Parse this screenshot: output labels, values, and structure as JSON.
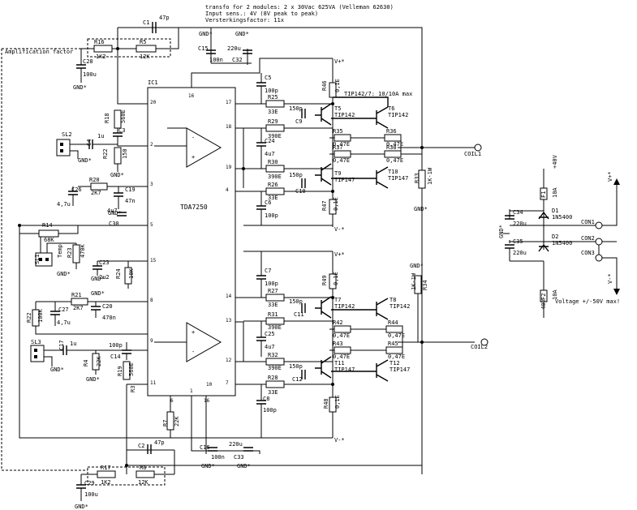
{
  "header": {
    "line1": "transfo for 2 modules: 2 x 30Vac 625VA (Velleman 62630)",
    "line2": "Input sens.: 4V (8V peak to peak)",
    "line3": "Versterkingsfactor: 11x"
  },
  "notes": {
    "amp_factor": "Amplification factor",
    "tip_note": "TIP142/7: 10/10A max",
    "voltage_note": "Voltage +/-50V max!"
  },
  "rails": {
    "vplus": "V+*",
    "vminus": "V-*",
    "gnd": "GND*"
  },
  "ic": {
    "ref": "IC1",
    "name": "TDA7250"
  },
  "pins": {
    "p20": "20",
    "p16a": "16",
    "p17": "17",
    "p18": "18",
    "p2": "2",
    "p19": "19",
    "p3": "3",
    "p4": "4",
    "p5": "5",
    "p15": "15",
    "p8": "8",
    "p14": "14",
    "p13": "13",
    "p9": "9",
    "p12": "12",
    "p11": "11",
    "p10": "10",
    "p7": "7",
    "p6": "6",
    "p1": "1",
    "p16b": "16"
  },
  "parts": {
    "c1": "C1",
    "c1v": "47p",
    "r16": "R16",
    "r16v": "1K2",
    "r5": "R5",
    "r5v": "12K",
    "c28": "C28",
    "c28v": "100u",
    "c15": "C15",
    "c15v": "100n",
    "c32v": "220u",
    "c32": "C32",
    "r18": "R18",
    "r18v": "560E",
    "c3": "C3",
    "r22": "R22",
    "r22v": "150",
    "c5": "C5",
    "c5v": "100p",
    "r25": "R25",
    "r25v": "33E",
    "c9v": "150p",
    "c9": "C9",
    "r46": "R46",
    "r46v": "0,1E",
    "t5": "T5",
    "t5t": "TIP142",
    "t6": "T6",
    "t6t": "TIP142",
    "sl2": "SL2",
    "c4": "C4",
    "c4v": "1u",
    "r29": "R29",
    "r29v": "390E",
    "c24": "C24",
    "c24v": "4u7",
    "r35": "R35",
    "r35v": "0,47E",
    "r36": "R36",
    "r36v": "0,47E",
    "r37": "R37",
    "r37v": "0,47E",
    "r38": "R38",
    "r38v": "0,47E",
    "r30": "R30",
    "r30v": "390E",
    "c10v": "150p",
    "c10": "C10",
    "t9": "T9",
    "t9t": "TIP147",
    "t10": "T10",
    "t10t": "TIP147",
    "r33": "R33",
    "r33v": "1K-1W",
    "r20": "R20",
    "r20v": "2K7",
    "c19": "C19",
    "c19v": "47n",
    "c26": "C26",
    "c26v": "4,7u",
    "r26": "R26",
    "r26v": "33E",
    "r47": "R47",
    "r47v": "0,1E",
    "c6": "C6",
    "c6v": "100p",
    "c30": "C30",
    "c30v": "4u7",
    "r14": "R14",
    "r14v": "68K",
    "sl1": "SL1",
    "temp": "Temp",
    "r23": "R23",
    "r23v": "470K",
    "c23": "C23",
    "c23v": "2u2",
    "r24": "R24",
    "r24v": "10K",
    "c7": "C7",
    "c7v": "100p",
    "r49": "R49",
    "r49v": "0,1E",
    "r27": "R27",
    "r27v": "33E",
    "c11v": "150p",
    "c11": "C11",
    "t7": "T7",
    "t7t": "TIP142",
    "t8": "T8",
    "t8t": "TIP142",
    "r34": "R34",
    "r34v": "1K-1W",
    "r21": "R21",
    "r21v": "2K7",
    "c27": "C27",
    "c27v": "4,7u",
    "r22b": "R22",
    "r22bv": "100K",
    "c20": "C20",
    "c20v": "470n",
    "r31": "R31",
    "r31v": "390E",
    "r42": "R42",
    "r42v": "0,47E",
    "r44": "R44",
    "r44v": "0,47E",
    "sl3": "SL3",
    "c17": "C17",
    "c17v": "1u",
    "r4": "R4",
    "r4v": "22K",
    "c14": "C14",
    "c14v": "100p",
    "c25": "C25",
    "c25v": "4u7",
    "r43": "R43",
    "r43v": "0,47E",
    "r45": "R45",
    "r45v": "0,47E",
    "r32": "R32",
    "r32v": "390E",
    "c12v": "150p",
    "c12": "C12",
    "t11": "T11",
    "t11t": "TIP147",
    "t12": "T12",
    "t12t": "TIP147",
    "r19": "R19",
    "r19v": "560E",
    "r3": "R3",
    "r28": "R28",
    "r28v": "33E",
    "c8": "C8",
    "c8v": "100p",
    "r48": "R48",
    "r48v": "0,1E",
    "r7": "R7",
    "r7v": "22K",
    "c16": "C16",
    "c16v": "100n",
    "c33v": "220u",
    "c33": "C33",
    "c2": "C2",
    "c2v": "47p",
    "r17": "R17",
    "r17v": "1K2",
    "r6": "R6",
    "r6v": "12K",
    "c29": "C29",
    "c29v": "100u",
    "f1": "F1",
    "f1v": "10A",
    "d1": "D1",
    "d1t": "1N5400",
    "c34": "C34",
    "c34v": "220u",
    "c35": "C35",
    "c35v": "220u",
    "d2": "D2",
    "d2t": "1N5400",
    "f2": "F2",
    "f2v": "10A",
    "con1": "CON1",
    "con2": "CON2",
    "con3": "CON3",
    "p40": "+40V",
    "m40": "-40V",
    "coil1": "COIL1",
    "coil2": "COIL2"
  }
}
